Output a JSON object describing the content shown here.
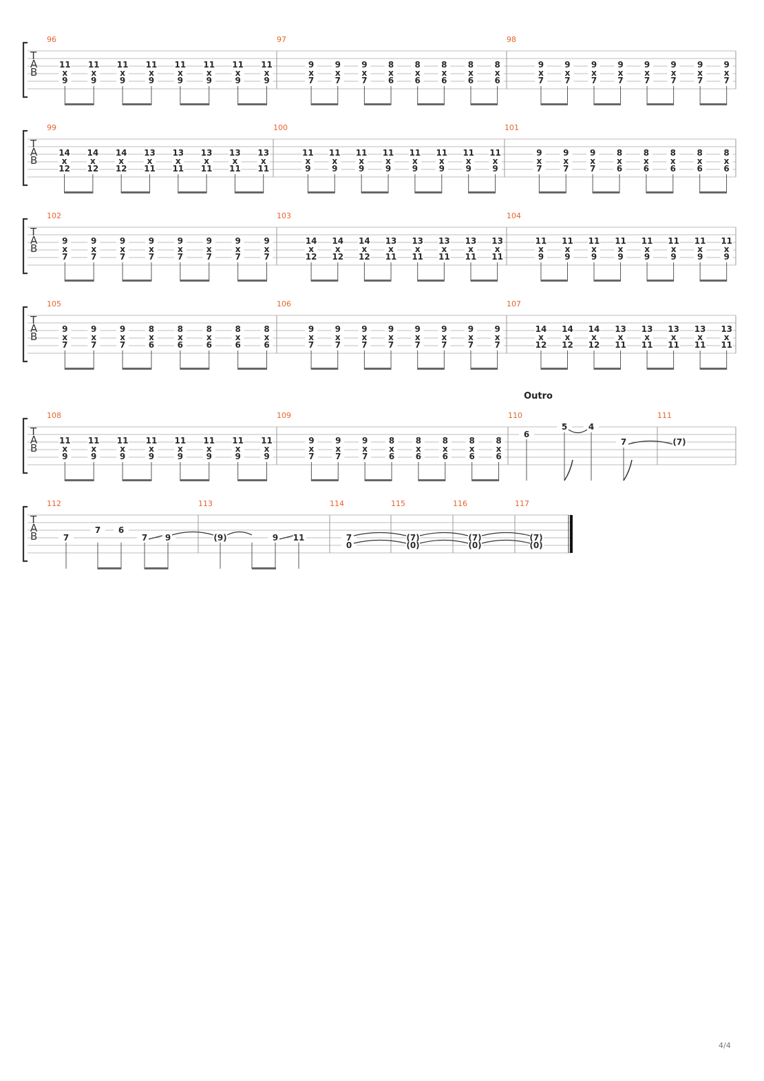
{
  "page_number": "4/4",
  "tab_clef": [
    "T",
    "A",
    "B"
  ],
  "section_outro": "Outro",
  "systems": [
    {
      "measures": [
        {
          "number": "96",
          "chords": [
            [
              "11",
              "x",
              "9"
            ],
            [
              "11",
              "x",
              "9"
            ],
            [
              "11",
              "x",
              "9"
            ],
            [
              "11",
              "x",
              "9"
            ],
            [
              "11",
              "x",
              "9"
            ],
            [
              "11",
              "x",
              "9"
            ],
            [
              "11",
              "x",
              "9"
            ],
            [
              "11",
              "x",
              "9"
            ]
          ]
        },
        {
          "number": "97",
          "chords": [
            [
              "9",
              "x",
              "7"
            ],
            [
              "9",
              "x",
              "7"
            ],
            [
              "9",
              "x",
              "7"
            ],
            [
              "8",
              "x",
              "6"
            ],
            [
              "8",
              "x",
              "6"
            ],
            [
              "8",
              "x",
              "6"
            ],
            [
              "8",
              "x",
              "6"
            ],
            [
              "8",
              "x",
              "6"
            ]
          ]
        },
        {
          "number": "98",
          "chords": [
            [
              "9",
              "x",
              "7"
            ],
            [
              "9",
              "x",
              "7"
            ],
            [
              "9",
              "x",
              "7"
            ],
            [
              "9",
              "x",
              "7"
            ],
            [
              "9",
              "x",
              "7"
            ],
            [
              "9",
              "x",
              "7"
            ],
            [
              "9",
              "x",
              "7"
            ],
            [
              "9",
              "x",
              "7"
            ]
          ]
        }
      ]
    },
    {
      "measures": [
        {
          "number": "99",
          "chords": [
            [
              "14",
              "x",
              "12"
            ],
            [
              "14",
              "x",
              "12"
            ],
            [
              "14",
              "x",
              "12"
            ],
            [
              "13",
              "x",
              "11"
            ],
            [
              "13",
              "x",
              "11"
            ],
            [
              "13",
              "x",
              "11"
            ],
            [
              "13",
              "x",
              "11"
            ],
            [
              "13",
              "x",
              "11"
            ]
          ]
        },
        {
          "number": "100",
          "chords": [
            [
              "11",
              "x",
              "9"
            ],
            [
              "11",
              "x",
              "9"
            ],
            [
              "11",
              "x",
              "9"
            ],
            [
              "11",
              "x",
              "9"
            ],
            [
              "11",
              "x",
              "9"
            ],
            [
              "11",
              "x",
              "9"
            ],
            [
              "11",
              "x",
              "9"
            ],
            [
              "11",
              "x",
              "9"
            ]
          ]
        },
        {
          "number": "101",
          "chords": [
            [
              "9",
              "x",
              "7"
            ],
            [
              "9",
              "x",
              "7"
            ],
            [
              "9",
              "x",
              "7"
            ],
            [
              "8",
              "x",
              "6"
            ],
            [
              "8",
              "x",
              "6"
            ],
            [
              "8",
              "x",
              "6"
            ],
            [
              "8",
              "x",
              "6"
            ],
            [
              "8",
              "x",
              "6"
            ]
          ]
        }
      ]
    },
    {
      "measures": [
        {
          "number": "102",
          "chords": [
            [
              "9",
              "x",
              "7"
            ],
            [
              "9",
              "x",
              "7"
            ],
            [
              "9",
              "x",
              "7"
            ],
            [
              "9",
              "x",
              "7"
            ],
            [
              "9",
              "x",
              "7"
            ],
            [
              "9",
              "x",
              "7"
            ],
            [
              "9",
              "x",
              "7"
            ],
            [
              "9",
              "x",
              "7"
            ]
          ]
        },
        {
          "number": "103",
          "chords": [
            [
              "14",
              "x",
              "12"
            ],
            [
              "14",
              "x",
              "12"
            ],
            [
              "14",
              "x",
              "12"
            ],
            [
              "13",
              "x",
              "11"
            ],
            [
              "13",
              "x",
              "11"
            ],
            [
              "13",
              "x",
              "11"
            ],
            [
              "13",
              "x",
              "11"
            ],
            [
              "13",
              "x",
              "11"
            ]
          ]
        },
        {
          "number": "104",
          "chords": [
            [
              "11",
              "x",
              "9"
            ],
            [
              "11",
              "x",
              "9"
            ],
            [
              "11",
              "x",
              "9"
            ],
            [
              "11",
              "x",
              "9"
            ],
            [
              "11",
              "x",
              "9"
            ],
            [
              "11",
              "x",
              "9"
            ],
            [
              "11",
              "x",
              "9"
            ],
            [
              "11",
              "x",
              "9"
            ]
          ]
        }
      ]
    },
    {
      "measures": [
        {
          "number": "105",
          "chords": [
            [
              "9",
              "x",
              "7"
            ],
            [
              "9",
              "x",
              "7"
            ],
            [
              "9",
              "x",
              "7"
            ],
            [
              "8",
              "x",
              "6"
            ],
            [
              "8",
              "x",
              "6"
            ],
            [
              "8",
              "x",
              "6"
            ],
            [
              "8",
              "x",
              "6"
            ],
            [
              "8",
              "x",
              "6"
            ]
          ]
        },
        {
          "number": "106",
          "chords": [
            [
              "9",
              "x",
              "7"
            ],
            [
              "9",
              "x",
              "7"
            ],
            [
              "9",
              "x",
              "7"
            ],
            [
              "9",
              "x",
              "7"
            ],
            [
              "9",
              "x",
              "7"
            ],
            [
              "9",
              "x",
              "7"
            ],
            [
              "9",
              "x",
              "7"
            ],
            [
              "9",
              "x",
              "7"
            ]
          ]
        },
        {
          "number": "107",
          "chords": [
            [
              "14",
              "x",
              "12"
            ],
            [
              "14",
              "x",
              "12"
            ],
            [
              "14",
              "x",
              "12"
            ],
            [
              "13",
              "x",
              "11"
            ],
            [
              "13",
              "x",
              "11"
            ],
            [
              "13",
              "x",
              "11"
            ],
            [
              "13",
              "x",
              "11"
            ],
            [
              "13",
              "x",
              "11"
            ]
          ]
        }
      ]
    },
    {
      "measures": [
        {
          "number": "108",
          "chords": [
            [
              "11",
              "x",
              "9"
            ],
            [
              "11",
              "x",
              "9"
            ],
            [
              "11",
              "x",
              "9"
            ],
            [
              "11",
              "x",
              "9"
            ],
            [
              "11",
              "x",
              "9"
            ],
            [
              "11",
              "x",
              "9"
            ],
            [
              "11",
              "x",
              "9"
            ],
            [
              "11",
              "x",
              "9"
            ]
          ]
        },
        {
          "number": "109",
          "chords": [
            [
              "9",
              "x",
              "7"
            ],
            [
              "9",
              "x",
              "7"
            ],
            [
              "9",
              "x",
              "7"
            ],
            [
              "8",
              "x",
              "6"
            ],
            [
              "8",
              "x",
              "6"
            ],
            [
              "8",
              "x",
              "6"
            ],
            [
              "8",
              "x",
              "6"
            ],
            [
              "8",
              "x",
              "6"
            ]
          ]
        },
        {
          "number": "110",
          "notes": [
            {
              "fret": "6",
              "string": 1
            },
            {
              "fret": "5",
              "string": 0
            },
            {
              "fret": "4",
              "string": 0
            },
            {
              "fret": "7",
              "string": 2
            }
          ]
        },
        {
          "number": "111",
          "notes": [
            {
              "fret": "(7)",
              "string": 2
            }
          ]
        }
      ]
    },
    {
      "measures": [
        {
          "number": "112",
          "notes": [
            {
              "fret": "7",
              "string": 3
            },
            {
              "fret": "7",
              "string": 2
            },
            {
              "fret": "6",
              "string": 2
            },
            {
              "fret": "7",
              "string": 3
            },
            {
              "fret": "9",
              "string": 3
            }
          ]
        },
        {
          "number": "113",
          "notes": [
            {
              "fret": "(9)",
              "string": 3
            },
            {
              "fret": "9",
              "string": 3
            },
            {
              "fret": "11",
              "string": 3
            }
          ]
        },
        {
          "number": "114",
          "notes": [
            {
              "fret": "7",
              "string": 3
            },
            {
              "fret": "0",
              "string": 4
            }
          ]
        },
        {
          "number": "115",
          "notes": [
            {
              "fret": "(7)",
              "string": 3
            },
            {
              "fret": "(0)",
              "string": 4
            }
          ]
        },
        {
          "number": "116",
          "notes": [
            {
              "fret": "(7)",
              "string": 3
            },
            {
              "fret": "(0)",
              "string": 4
            }
          ]
        },
        {
          "number": "117",
          "notes": [
            {
              "fret": "(7)",
              "string": 3
            },
            {
              "fret": "(0)",
              "string": 4
            }
          ]
        }
      ]
    }
  ]
}
